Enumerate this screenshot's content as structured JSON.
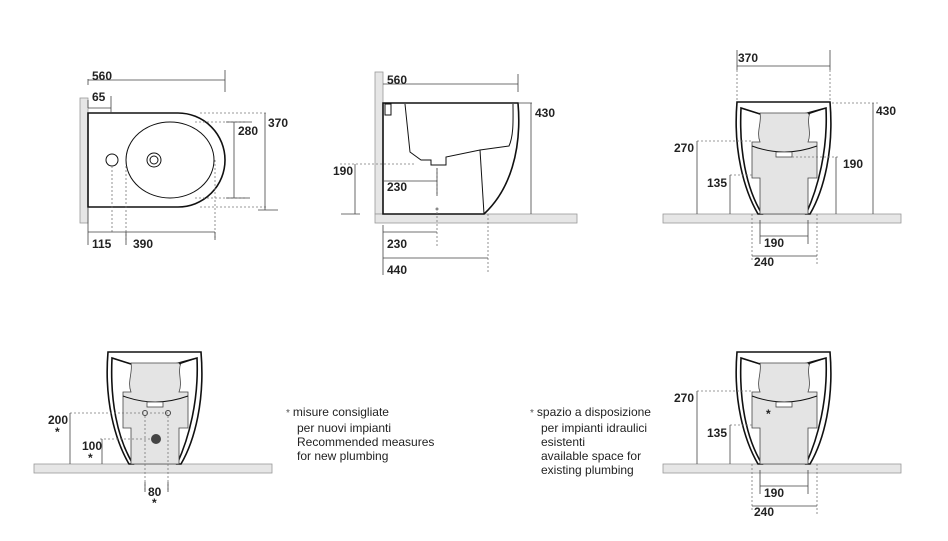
{
  "top_view": {
    "overall_length": "560",
    "wall_offset": "65",
    "bowl_width": "280",
    "overall_width": "370",
    "tap_offset": "115",
    "bowl_length": "390"
  },
  "side_view": {
    "overall_length": "560",
    "height": "430",
    "outlet_height": "190",
    "outlet_distance": "230",
    "floor_fix_distance": "230",
    "foot_length": "440"
  },
  "front_view": {
    "overall_width": "370",
    "height": "430",
    "inlet_height_max": "270",
    "inlet_height_min": "135",
    "outlet_height": "190",
    "foot_inner": "190",
    "foot_outer": "240"
  },
  "plumbing_new": {
    "supply_height": "200",
    "drain_height": "100",
    "supply_spacing": "80",
    "marker": "*"
  },
  "plumbing_existing": {
    "inlet_height_max": "270",
    "inlet_height_min": "135",
    "foot_inner": "190",
    "foot_outer": "240",
    "marker": "*"
  },
  "notes": {
    "recommended": {
      "marker": "*",
      "lines": [
        "misure consigliate",
        "per nuovi impianti",
        "Recommended measures",
        "for new plumbing"
      ]
    },
    "available": {
      "marker": "*",
      "lines": [
        "spazio a disposizione",
        "per impianti idraulici",
        "esistenti",
        "available space for",
        "existing plumbing"
      ]
    }
  }
}
